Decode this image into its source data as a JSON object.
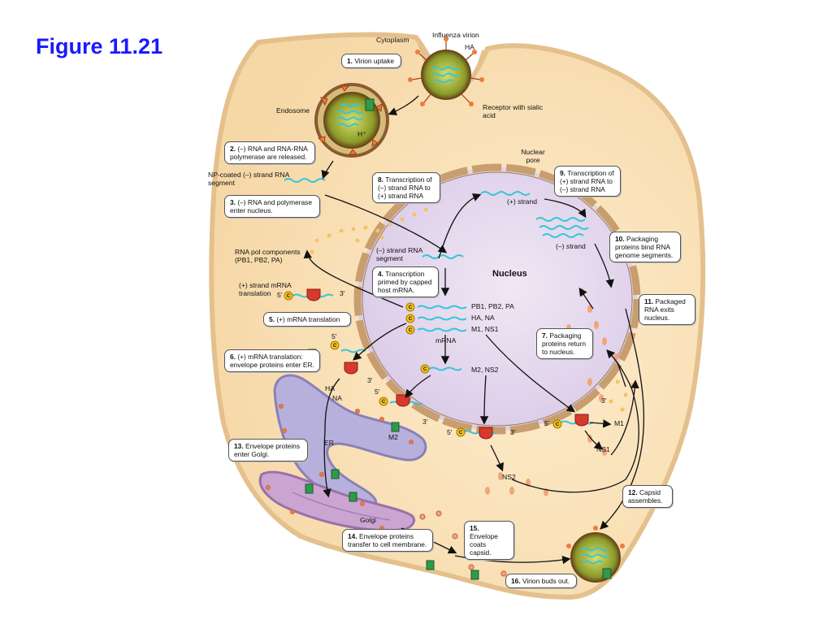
{
  "title": "Figure 11.21",
  "steps": [
    {
      "num": "1.",
      "text": "Virion uptake"
    },
    {
      "num": "2.",
      "text": "(–) RNA and RNA-RNA polymerase are released."
    },
    {
      "num": "3.",
      "text": "(–) RNA and polymerase enter nucleus."
    },
    {
      "num": "4.",
      "text": "Transcription primed by capped host mRNA."
    },
    {
      "num": "5.",
      "text": "(+) mRNA translation"
    },
    {
      "num": "6.",
      "text": "(+) mRNA translation: envelope proteins enter ER."
    },
    {
      "num": "7.",
      "text": "Packaging proteins return to nucleus."
    },
    {
      "num": "8.",
      "text": "Transcription of (–) strand RNA to (+) strand RNA"
    },
    {
      "num": "9.",
      "text": "Transcription of (+) strand RNA to (–) strand RNA"
    },
    {
      "num": "10.",
      "text": "Packaging proteins bind RNA genome segments."
    },
    {
      "num": "11.",
      "text": "Packaged RNA exits nucleus."
    },
    {
      "num": "12.",
      "text": "Capsid assembles."
    },
    {
      "num": "13.",
      "text": "Envelope proteins enter Golgi."
    },
    {
      "num": "14.",
      "text": "Envelope proteins transfer to cell membrane."
    },
    {
      "num": "15.",
      "text": "Envelope coats capsid."
    },
    {
      "num": "16.",
      "text": "Virion buds out."
    }
  ],
  "labels": {
    "cytoplasm": "Cytoplasm",
    "influenza_virion": "Influenza virion",
    "ha": "HA",
    "receptor": "Receptor with sialic acid",
    "endosome": "Endosome",
    "h_plus": "H⁺",
    "np_coated": "NP-coated (–) strand RNA segment",
    "nuclear_pore": "Nuclear pore",
    "plus_strand": "(+) strand",
    "minus_strand": "(–) strand",
    "minus_strand_segment": "(–) strand RNA segment",
    "nucleus": "Nucleus",
    "rna_pol_components": "RNA pol components (PB1, PB2, PA)",
    "plus_mrna_translation": "(+) strand mRNA translation",
    "five_prime": "5′",
    "three_prime": "3′",
    "cap": "C",
    "pb_genes": "PB1, PB2, PA",
    "ha_na_genes": "HA, NA",
    "m1_ns1_genes": "M1, NS1",
    "m2_ns2_genes": "M2, NS2",
    "mrna": "mRNA",
    "ha_small": "HA",
    "na_small": "NA",
    "er": "ER",
    "m2": "M2",
    "m1": "M1",
    "ns1": "NS1",
    "ns2": "NS2",
    "golgi": "Golgi"
  },
  "colors": {
    "cell": "#fbe6bf",
    "cell_edge": "#e8c89a",
    "nucleus": "#e2d6ec",
    "nuclear_envelope": "#c9a172",
    "er": "#b7b0da",
    "golgi": "#c8a3cf",
    "rna": "#38c5d8",
    "ribosome": "#d63a2e",
    "cap": "#f3c11b",
    "protein": "#f0a57a",
    "virion_core": "#a8b04a",
    "title": "#1a1aff"
  }
}
